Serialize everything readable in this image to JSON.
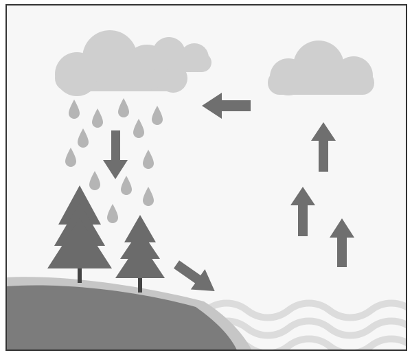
{
  "diagram": {
    "labels": [],
    "elements": [
      "large-rain-cloud",
      "small-cloud",
      "right-cloud",
      "raindrops",
      "precipitation-arrow",
      "wind-arrow",
      "runoff-arrow",
      "evaporation-arrows",
      "pine-trees",
      "hill",
      "water-waves"
    ]
  },
  "colors": {
    "background": "#f7f7f7",
    "frame": "#333333",
    "cloud": "#cfcfcf",
    "arrow": "#6f6f6f",
    "raindrop": "#b5b5b5",
    "tree": "#6b6b6b",
    "trunk": "#444444",
    "hill_edge": "#c6c6c6",
    "hill": "#7c7c7c",
    "water_band": "#dcdcdc"
  }
}
